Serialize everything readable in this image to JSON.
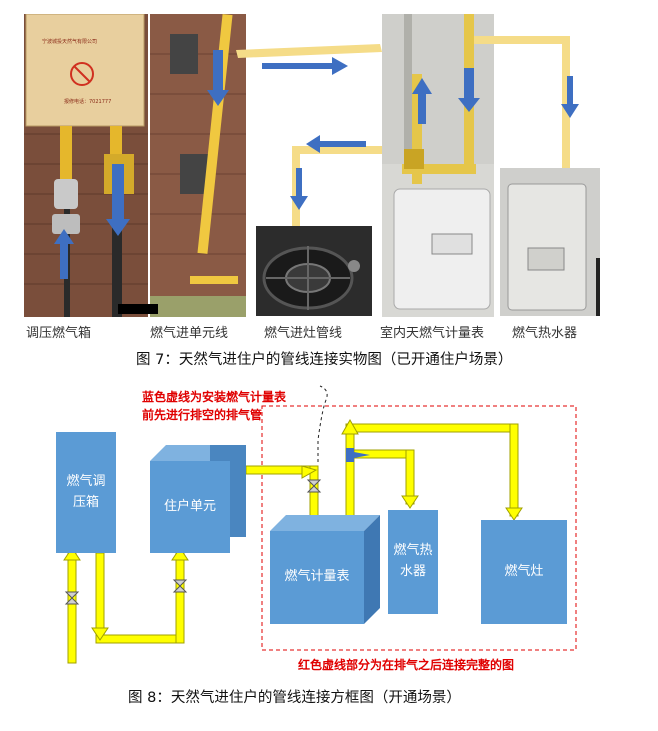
{
  "photo_panel": {
    "captions": [
      "调压燃气箱",
      "燃气进单元线",
      "燃气进灶管线",
      "室内天燃气计量表",
      "燃气热水器"
    ],
    "cabinet_label": "宁波城投天然气有限公司",
    "cabinet_phone": "报修电话：7021777"
  },
  "figure7_caption": "图 7：天然气进住户的管线连接实物图（已开通住户场景）",
  "diagram": {
    "boxes": {
      "regulator": "燃气调\n压箱",
      "unit": "住户单元",
      "meter": "燃气计量表",
      "heater": "燃气热\n水器",
      "stove": "燃气灶"
    },
    "blue_note_line1": "蓝色虚线为安装燃气计量表",
    "blue_note_line2": "前先进行排空的排气管",
    "red_note": "红色虚线部分为在排气之后连接完整的图",
    "colors": {
      "box": "#5b9bd5",
      "pipe": "#ffff00",
      "pipe_border": "#a0a000",
      "red": "#e00000"
    }
  },
  "figure8_caption": "图 8：天然气进住户的管线连接方框图（开通场景）"
}
